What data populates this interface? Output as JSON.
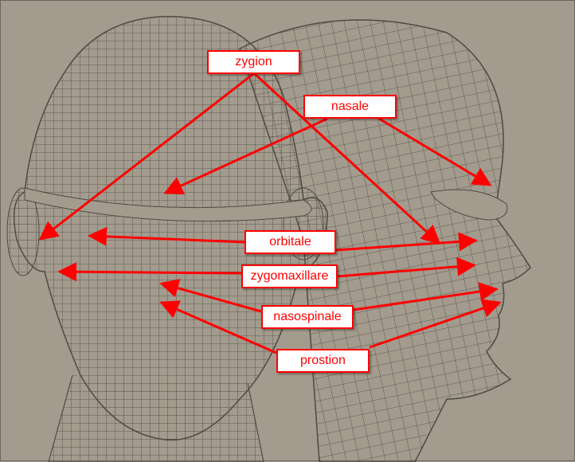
{
  "labels": {
    "zygion": "zygion",
    "nasale": "nasale",
    "orbitale": "orbitale",
    "zygomaxillare": "zygomaxillare",
    "nasospinale": "nasospinale",
    "prostion": "prostion"
  },
  "colors": {
    "background": "#a29b8e",
    "accent": "#ff0000",
    "mesh": "#4f4a42"
  }
}
